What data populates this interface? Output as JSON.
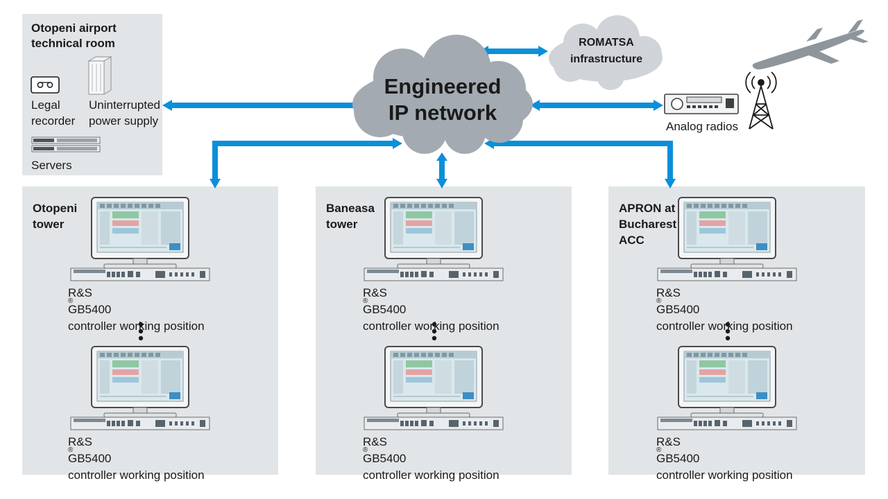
{
  "technical_room": {
    "title_line1": "Otopeni airport",
    "title_line2": "technical room",
    "legal_recorder_line1": "Legal",
    "legal_recorder_line2": "recorder",
    "ups_line1": "Uninterrupted",
    "ups_line2": "power supply",
    "servers": "Servers"
  },
  "network": {
    "line1": "Engineered",
    "line2": "IP network"
  },
  "romatsa": {
    "line1": "ROMATSA",
    "line2": "infrastructure"
  },
  "analog_radios": "Analog radios",
  "panels": [
    {
      "title_lines": [
        "Otopeni",
        "tower"
      ],
      "cwp_top": {
        "brand": "R&S",
        "reg": "®",
        "model": "GB5400",
        "line2": "controller working position"
      },
      "cwp_bottom": {
        "brand": "R&S",
        "reg": "®",
        "model": "GB5400",
        "line2": "controller working position"
      }
    },
    {
      "title_lines": [
        "Baneasa",
        "tower"
      ],
      "cwp_top": {
        "brand": "R&S",
        "reg": "®",
        "model": "GB5400",
        "line2": "controller working position"
      },
      "cwp_bottom": {
        "brand": "R&S",
        "reg": "®",
        "model": "GB5400",
        "line2": "controller working position"
      }
    },
    {
      "title_lines": [
        "APRON at",
        "Bucharest",
        "ACC"
      ],
      "cwp_top": {
        "brand": "R&S",
        "reg": "®",
        "model": "GB5400",
        "line2": "controller working position"
      },
      "cwp_bottom": {
        "brand": "R&S",
        "reg": "®",
        "model": "GB5400",
        "line2": "controller working position"
      }
    }
  ],
  "colors": {
    "panel_bg": "#e2e5e7",
    "link_blue": "#0b8fd9",
    "cloud_main": "#a3aab1",
    "cloud_small": "#d0d4d8"
  }
}
